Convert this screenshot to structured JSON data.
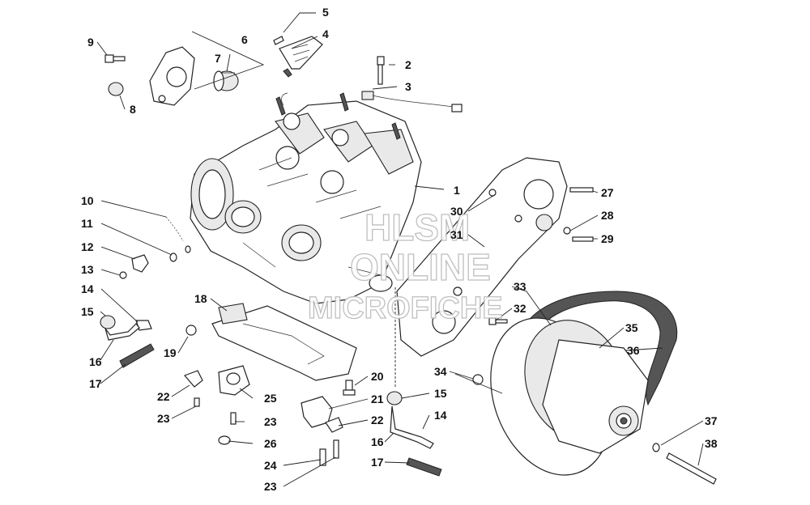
{
  "watermark": {
    "line1": "HLSM",
    "line2": "ONLINE",
    "line3": "MICROFICHE"
  },
  "callouts": [
    {
      "id": "c1",
      "text": "1"
    },
    {
      "id": "c2",
      "text": "2"
    },
    {
      "id": "c3",
      "text": "3"
    },
    {
      "id": "c4",
      "text": "4"
    },
    {
      "id": "c5",
      "text": "5"
    },
    {
      "id": "c6",
      "text": "6"
    },
    {
      "id": "c7",
      "text": "7"
    },
    {
      "id": "c8",
      "text": "8"
    },
    {
      "id": "c9",
      "text": "9"
    },
    {
      "id": "c10",
      "text": "10"
    },
    {
      "id": "c11",
      "text": "11"
    },
    {
      "id": "c12",
      "text": "12"
    },
    {
      "id": "c13",
      "text": "13"
    },
    {
      "id": "c14a",
      "text": "14"
    },
    {
      "id": "c14b",
      "text": "14"
    },
    {
      "id": "c15a",
      "text": "15"
    },
    {
      "id": "c15b",
      "text": "15"
    },
    {
      "id": "c16a",
      "text": "16"
    },
    {
      "id": "c16b",
      "text": "16"
    },
    {
      "id": "c17a",
      "text": "17"
    },
    {
      "id": "c17b",
      "text": "17"
    },
    {
      "id": "c18",
      "text": "18"
    },
    {
      "id": "c19",
      "text": "19"
    },
    {
      "id": "c20",
      "text": "20"
    },
    {
      "id": "c21",
      "text": "21"
    },
    {
      "id": "c22a",
      "text": "22"
    },
    {
      "id": "c22b",
      "text": "22"
    },
    {
      "id": "c23a",
      "text": "23"
    },
    {
      "id": "c23b",
      "text": "23"
    },
    {
      "id": "c23c",
      "text": "23"
    },
    {
      "id": "c24",
      "text": "24"
    },
    {
      "id": "c25",
      "text": "25"
    },
    {
      "id": "c26",
      "text": "26"
    },
    {
      "id": "c27",
      "text": "27"
    },
    {
      "id": "c28",
      "text": "28"
    },
    {
      "id": "c29",
      "text": "29"
    },
    {
      "id": "c30",
      "text": "30"
    },
    {
      "id": "c31",
      "text": "31"
    },
    {
      "id": "c32",
      "text": "32"
    },
    {
      "id": "c33",
      "text": "33"
    },
    {
      "id": "c34",
      "text": "34"
    },
    {
      "id": "c35",
      "text": "35"
    },
    {
      "id": "c36",
      "text": "36"
    },
    {
      "id": "c37",
      "text": "37"
    },
    {
      "id": "c38",
      "text": "38"
    }
  ]
}
